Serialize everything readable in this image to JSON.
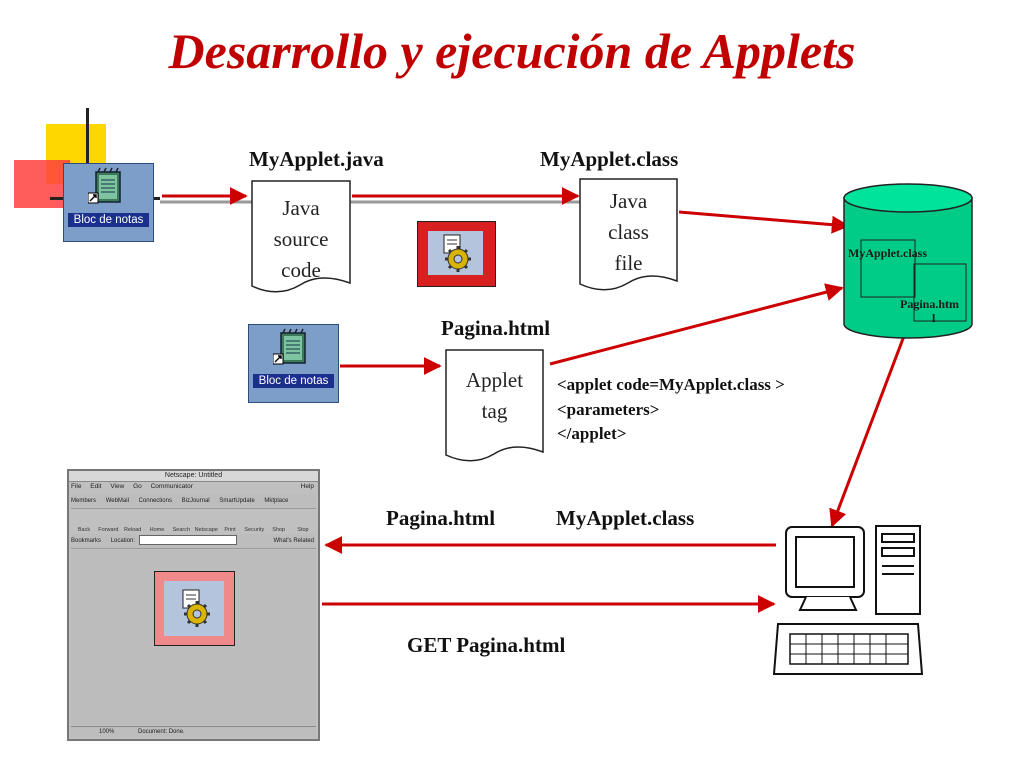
{
  "title": "Desarrollo y ejecución de Applets",
  "labels": {
    "myapplet_java": "MyApplet.java",
    "myapplet_class": "MyApplet.class",
    "pagina_html_top": "Pagina.html",
    "pagina_html_bottom": "Pagina.html",
    "myapplet_class_bottom": "MyApplet.class",
    "get_request": "GET Pagina.html"
  },
  "documents": {
    "java_source": [
      "Java",
      "source",
      "code"
    ],
    "java_class": [
      "Java",
      "class",
      "file"
    ],
    "applet_tag": [
      "Applet",
      "tag"
    ]
  },
  "applet_code": [
    "<applet code=MyApplet.class >",
    "<parameters>",
    "</applet>"
  ],
  "server": {
    "file1": "MyApplet.class",
    "file2_line1": "Pagina.htm",
    "file2_line2": "l"
  },
  "bloc_de_notas": "Bloc de notas",
  "browser": {
    "window_title": "Netscape: Untitled",
    "menu": [
      "File",
      "Edit",
      "View",
      "Go",
      "Communicator"
    ],
    "help": "Help",
    "tabs": [
      "Members",
      "WebMail",
      "Connections",
      "BizJournal",
      "SmartUpdate",
      "Mktplace"
    ],
    "nav_buttons": [
      "Back",
      "Forward",
      "Reload",
      "Home",
      "Search",
      "Netscape",
      "Print",
      "Security",
      "Shop",
      "Stop"
    ],
    "bookmarks": "Bookmarks",
    "location": "Location:",
    "whats_related": "What's Related",
    "status_zoom": "100%",
    "status_text": "Document: Done."
  },
  "colors": {
    "title": "#c00000",
    "arrow": "#cc0000",
    "server_fill": "#00cc88",
    "icon_blue": "#7d9ec9",
    "applet_frame": "#d82020",
    "applet_frame_light": "#f08a8a"
  }
}
